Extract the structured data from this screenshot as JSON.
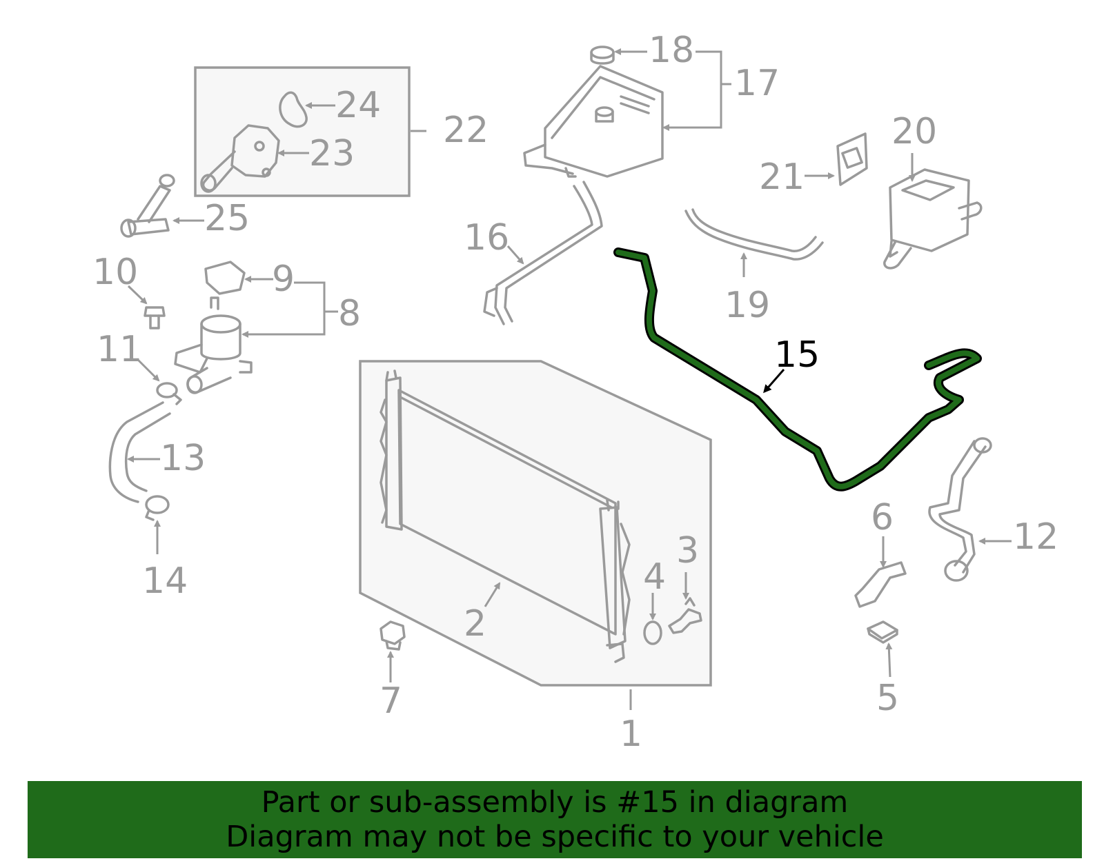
{
  "labels": {
    "l1": "1",
    "l2": "2",
    "l3": "3",
    "l4": "4",
    "l5": "5",
    "l6": "6",
    "l7": "7",
    "l8": "8",
    "l9": "9",
    "l10": "10",
    "l11": "11",
    "l12": "12",
    "l13": "13",
    "l14": "14",
    "l15": "15",
    "l16": "16",
    "l17": "17",
    "l18": "18",
    "l19": "19",
    "l20": "20",
    "l21": "21",
    "l22": "22",
    "l23": "23",
    "l24": "24",
    "l25": "25"
  },
  "highlight": {
    "part_number": "15",
    "color": "#1f6b1a"
  },
  "banner": {
    "line1": "Part or sub-assembly is #15 in diagram",
    "line2": "Diagram may not be specific to your vehicle",
    "background": "#1f6b1a"
  }
}
